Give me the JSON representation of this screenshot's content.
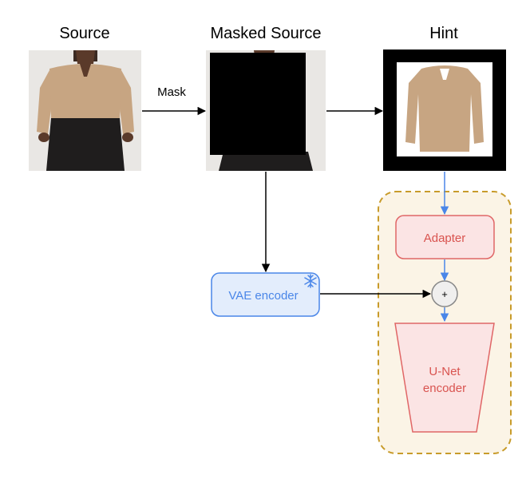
{
  "labels": {
    "source": "Source",
    "masked_source": "Masked Source",
    "hint": "Hint",
    "mask": "Mask"
  },
  "blocks": {
    "vae_encoder": "VAE encoder",
    "adapter": "Adapter",
    "unet_line1": "U-Net",
    "unet_line2": "encoder",
    "plus": "+"
  },
  "icons": {
    "frozen": "snowflake-icon"
  },
  "colors": {
    "blue": "#4a86e8",
    "blue_fill": "#e3edfc",
    "red_text": "#d9534f",
    "red_border": "#e06666",
    "red_fill": "#fbe4e4",
    "dashed_border": "#c89b2a",
    "dashed_fill": "#fbf4e6",
    "garment": "#c7a582",
    "skirt": "#1f1d1d",
    "skin": "#5a3a2a",
    "photo_bg": "#e9e7e4"
  }
}
